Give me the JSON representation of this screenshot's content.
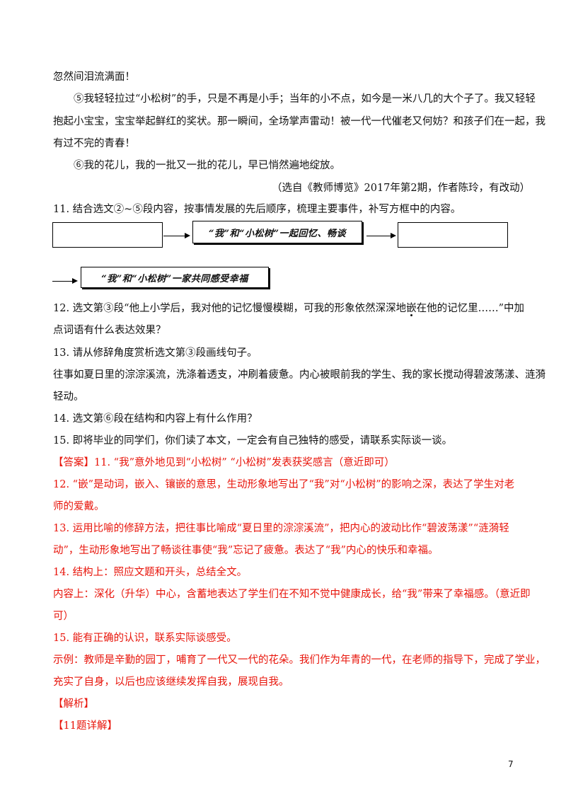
{
  "lines": [
    "忽然间泪流满面！",
    "⑤我轻轻拉过“小松树”的手，只是不再是小手；当年的小不点，如今是一米八几的大个子了。我又轻轻",
    "抱起小宝宝，宝宝举起鲜红的奖状。那一瞬间，全场掌声雷动！被一代一代催老又何妨？和孩子们在一起，我",
    "有过不完的青春！",
    "⑥我的花儿，我的一批又一批的花儿，早已悄然遍地绽放。",
    "（选自《教师博览》2017年第2期，作者陈玲，有改动）",
    "11.  结合选文②~⑤段内容，按事情发展的先后顺序，梳理主要事件，补写方框中的内容。"
  ],
  "flow": {
    "box2": "“我”和“小松树”一起回忆、畅谈",
    "box4": "“我”和“小松树”一家共同感受幸福"
  },
  "q12": {
    "a": "12.  选文第③段“他上小学后，我对他的记忆慢慢模糊，可我的形象依然深深地",
    "dotted": "嵌",
    "b": "在他的记忆里……”中加",
    "c": "点词语有什么表达效果？"
  },
  "lines2": [
    "13.  请从修辞角度赏析选文第③段画线句子。",
    "往事如夏日里的淙淙溪流，洗涤着透支，冲刷着疲惫。内心被眼前我的学生、我的家长搅动得碧波荡漾、涟漪",
    "轻动。",
    "14.  选文第⑥段在结构和内容上有什么作用？",
    "15.  即将毕业的同学们，你们读了本文，一定会有自己独特的感受，请联系实际谈一谈。"
  ],
  "answers": [
    "【答案】11.  “我”意外地见到“小松树”      “小松树”发表获奖感言（意近即可）",
    "12.  “嵌”是动词，嵌入、镶嵌的意思，生动形象地写出了“我”对“小松树”的影响之深，表达了学生对老",
    "师的爱戴。",
    "13.  运用比喻的修辞方法，把往事比喻成“夏日里的淙淙溪流”，把内心的波动比作“碧波荡漾”“涟漪轻",
    "动”，生动形象地写出了畅谈往事使“我”忘记了疲惫。表达了“我”内心的快乐和幸福。",
    "14.  结构上：照应文题和开头，总结全文。",
    "内容上：深化（升华）中心，含蓄地表达了学生们在不知不觉中健康成长，给“我”带来了幸福感。（意近即",
    "可）",
    "15.  能有正确的认识，联系实际谈感受。",
    "示例：教师是辛勤的园丁，哺育了一代又一代的花朵。我们作为年青的一代，在老师的指导下，完成了学业，",
    "充实了自身，以后也应该继续发挥自我，展现自我。",
    "【解析】",
    "【11题详解】"
  ],
  "page_number": "7"
}
